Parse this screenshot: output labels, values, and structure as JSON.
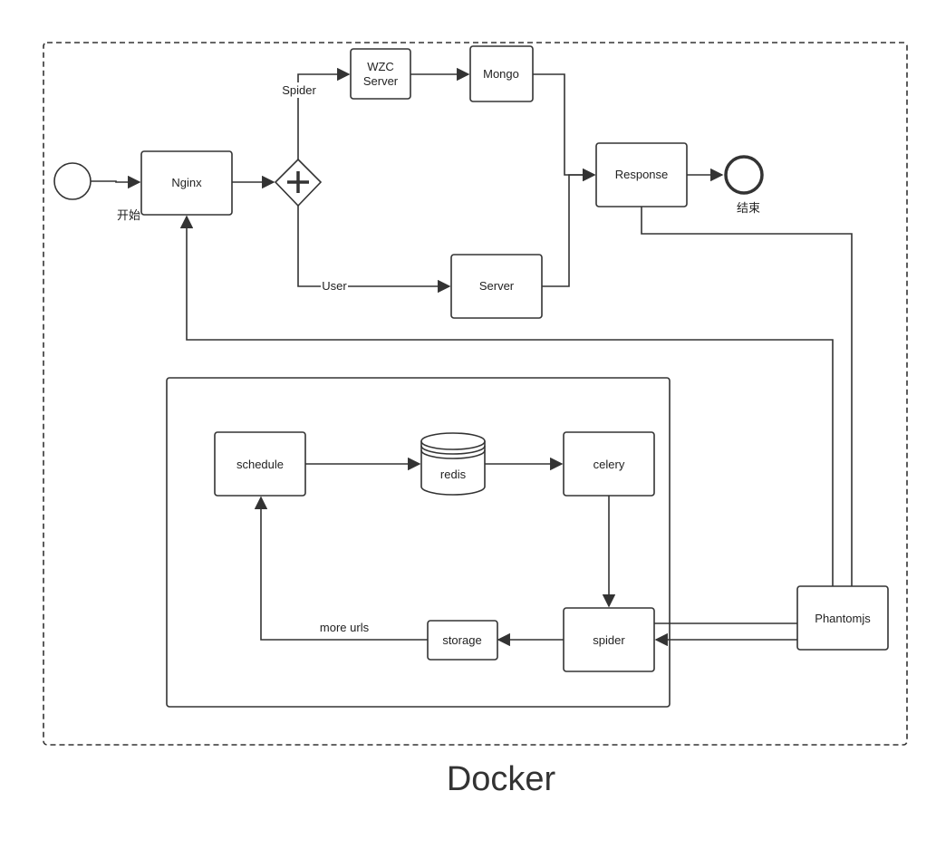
{
  "title": "Docker",
  "nodes": {
    "start": {
      "label": "开始"
    },
    "end": {
      "label": "结束"
    },
    "nginx": {
      "label": "Nginx"
    },
    "wzc_server": {
      "label_line1": "WZC",
      "label_line2": "Server"
    },
    "mongo": {
      "label": "Mongo"
    },
    "response": {
      "label": "Response"
    },
    "server": {
      "label": "Server"
    },
    "schedule": {
      "label": "schedule"
    },
    "redis": {
      "label": "redis"
    },
    "celery": {
      "label": "celery"
    },
    "spider": {
      "label": "spider"
    },
    "storage": {
      "label": "storage"
    },
    "phantomjs": {
      "label": "Phantomjs"
    }
  },
  "edges": {
    "spider_branch": {
      "label": "Spider"
    },
    "user_branch": {
      "label": "User"
    },
    "more_urls": {
      "label": "more urls"
    }
  }
}
